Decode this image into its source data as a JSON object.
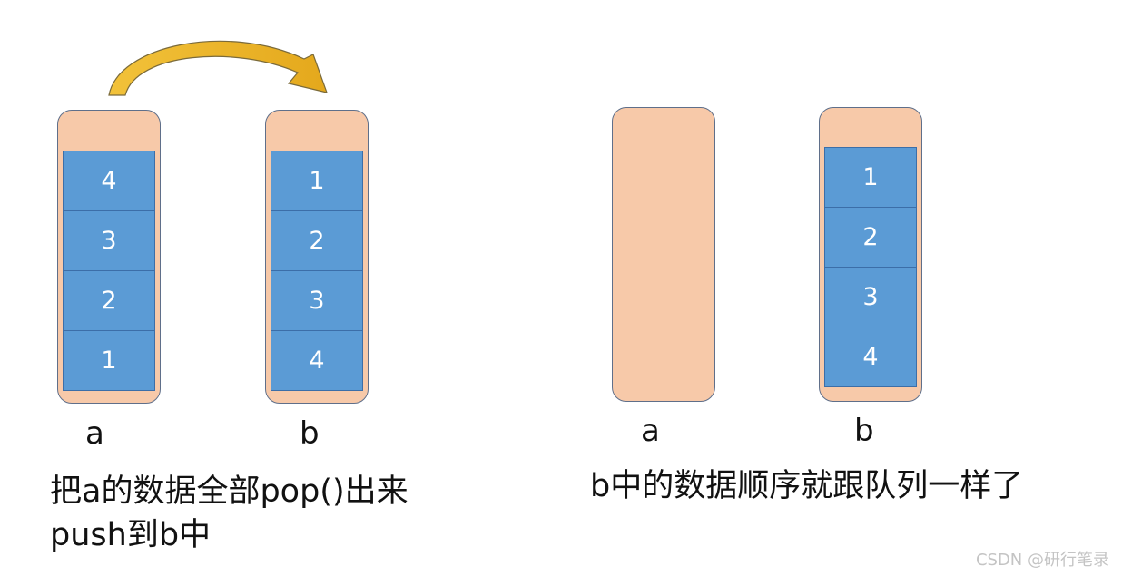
{
  "left_panel": {
    "stack_a": {
      "label": "a",
      "items": [
        "4",
        "3",
        "2",
        "1"
      ]
    },
    "stack_b": {
      "label": "b",
      "items": [
        "1",
        "2",
        "3",
        "4"
      ]
    },
    "caption_line1": "把a的数据全部pop()出来",
    "caption_line2": "push到b中"
  },
  "right_panel": {
    "stack_a": {
      "label": "a",
      "items": []
    },
    "stack_b": {
      "label": "b",
      "items": [
        "1",
        "2",
        "3",
        "4"
      ]
    },
    "caption": "b中的数据顺序就跟队列一样了"
  },
  "watermark": "CSDN @研行笔录",
  "colors": {
    "container_fill": "#f7c9a9",
    "cell_fill": "#5b9bd5",
    "arrow_fill": "#e9b320"
  }
}
